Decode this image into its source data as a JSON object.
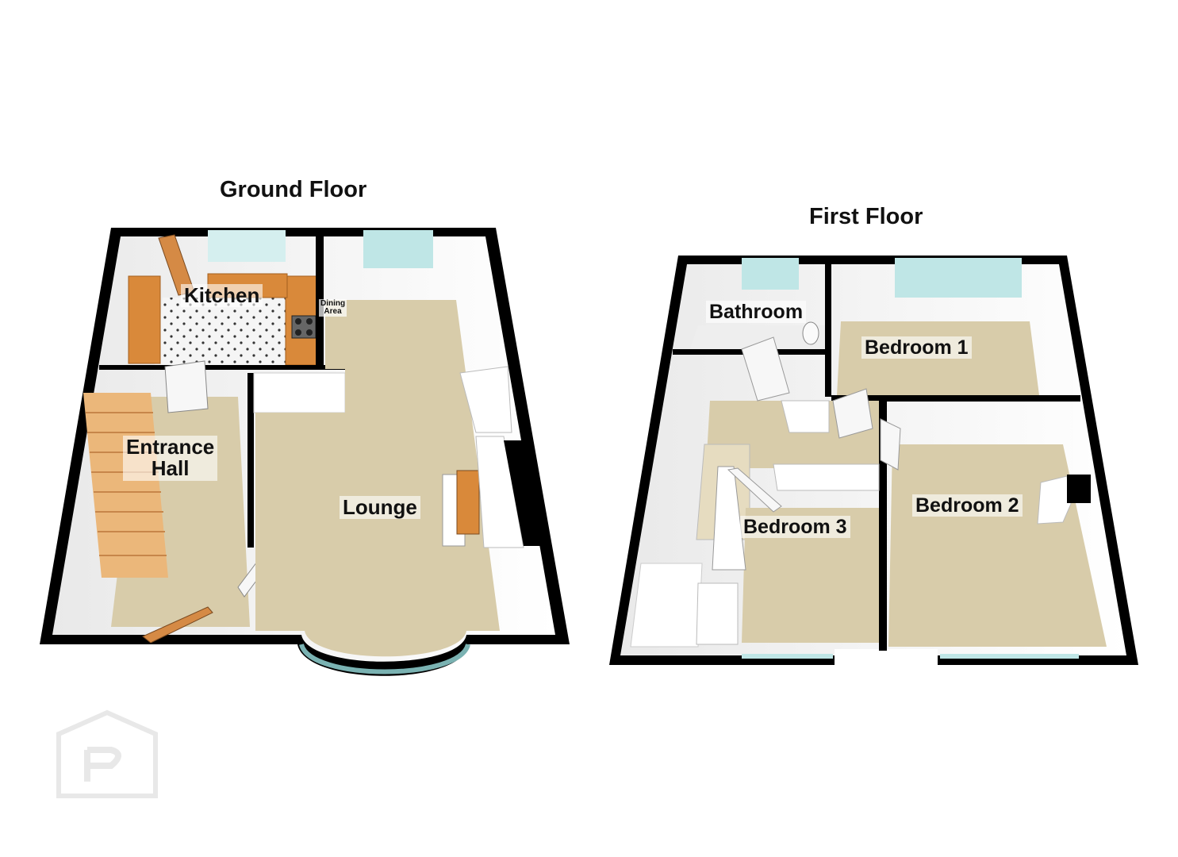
{
  "ground_floor": {
    "title": "Ground Floor",
    "rooms": {
      "kitchen": "Kitchen",
      "dining_area_line1": "Dining",
      "dining_area_line2": "Area",
      "entrance_hall_line1": "Entrance",
      "entrance_hall_line2": "Hall",
      "lounge": "Lounge"
    }
  },
  "first_floor": {
    "title": "First Floor",
    "rooms": {
      "bathroom": "Bathroom",
      "bedroom_1": "Bedroom 1",
      "bedroom_2": "Bedroom 2",
      "bedroom_3": "Bedroom 3"
    }
  },
  "colors": {
    "wall_top": "#000000",
    "wall_face": "#f2f2f2",
    "carpet": "#d8ccaa",
    "kitchen_tile": "#f4f4f4",
    "worktop": "#d9893a",
    "stair": "#e0a060",
    "window_glass": "#bfe6e6",
    "logo": "#e6e6e6"
  },
  "watermark_logo": "P"
}
